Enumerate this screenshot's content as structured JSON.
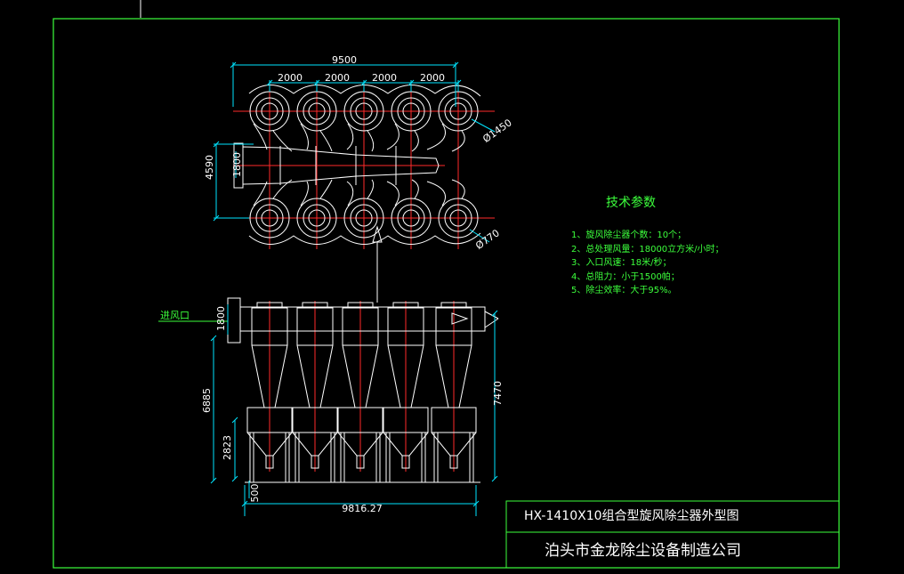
{
  "plan": {
    "dims_top": [
      "9500",
      "2000",
      "2000",
      "2000",
      "2000"
    ],
    "dim_left": "4590",
    "dim_inlet": "1800",
    "dia_large": "Ø1450",
    "dia_small": "Ø770"
  },
  "elevation": {
    "inlet_label": "进风口",
    "dim_inlet": "1800",
    "dim_height_left": "6885",
    "dim_height_right": "7470",
    "dim_hopper": "2823",
    "dim_base": "500",
    "dim_width": "9816.27"
  },
  "tech": {
    "title": "技术参数",
    "items": [
      "1、旋风除尘器个数：10个；",
      "2、总处理风量：18000立方米/小时；",
      "3、入口风速：18米/秒；",
      "4、总阻力：小于1500帕；",
      "5、除尘效率：大于95%。"
    ]
  },
  "title_block": {
    "drawing_title": "HX-1410X10组合型旋风除尘器外型图",
    "company": "泊头市金龙除尘设备制造公司"
  },
  "colors": {
    "outline": "#ffffff",
    "frame": "#3cff3c",
    "center_line": "#ff2a2a",
    "dimension": "#00e5ff"
  }
}
